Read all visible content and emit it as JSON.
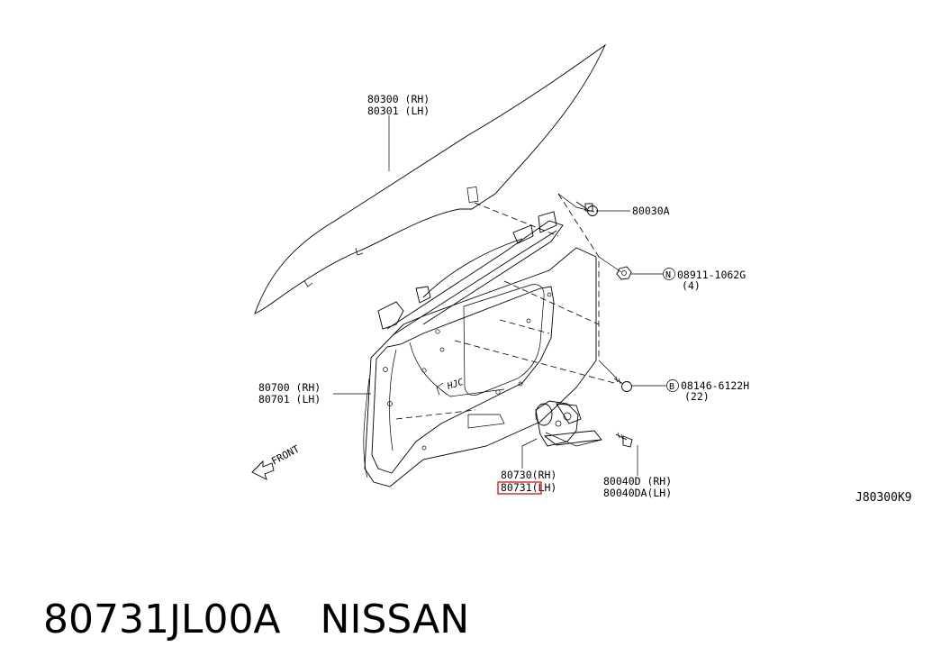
{
  "diagram": {
    "callouts": [
      {
        "id": "glass",
        "lines": [
          "80300 (RH)",
          "80301 (LH)"
        ]
      },
      {
        "id": "clip",
        "lines": [
          "80030A"
        ]
      },
      {
        "id": "nut",
        "badge": "N",
        "lines": [
          "08911-1062G",
          "(4)"
        ]
      },
      {
        "id": "bolt",
        "badge": "B",
        "lines": [
          "08146-6122H",
          "(22)"
        ]
      },
      {
        "id": "regulator",
        "lines": [
          "80700 (RH)",
          "80701 (LH)"
        ]
      },
      {
        "id": "motor",
        "lines": [
          "80730(RH)",
          "80731(LH)"
        ]
      },
      {
        "id": "bracket",
        "lines": [
          "80040D (RH)",
          "80040DA(LH)"
        ]
      }
    ],
    "highlighted_part": "80731",
    "highlight_color": "#e0201c",
    "direction_label": "FRONT",
    "figure_code": "J80300K9"
  },
  "caption": {
    "part_number": "80731JL00A",
    "brand": "NISSAN"
  }
}
